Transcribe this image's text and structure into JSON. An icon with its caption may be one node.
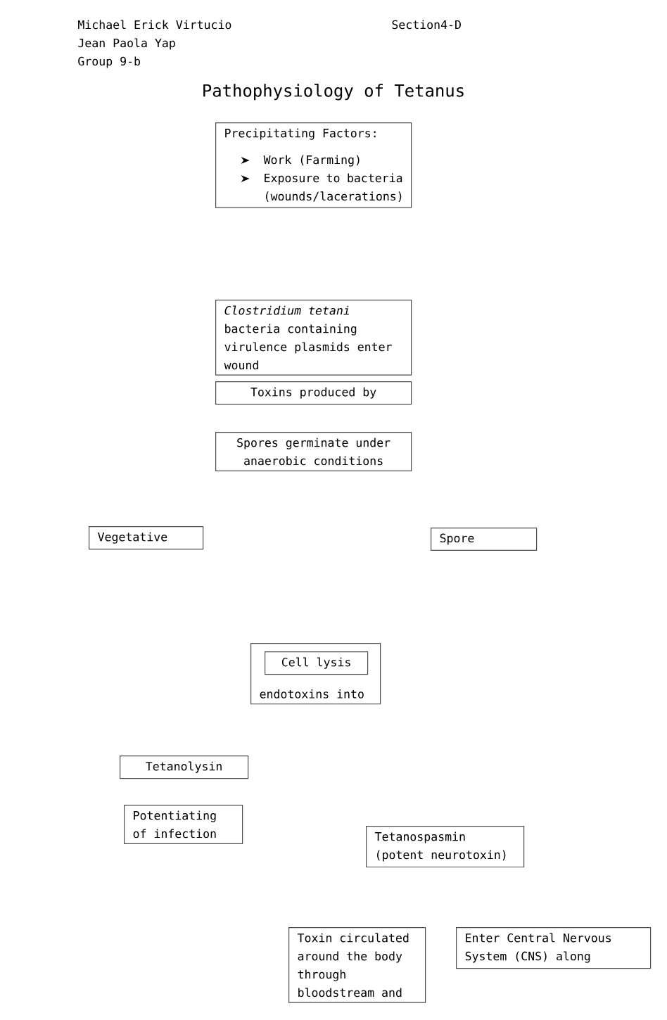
{
  "diagram": {
    "title": "Pathophysiology of Tetanus",
    "nodes": [
      {
        "text": [
          "Precipitating Factors:",
          "Work (Farming)",
          "Exposure to bacteria (wounds/lacerations)"
        ]
      },
      {
        "text": [
          "*Clostridium tetani* bacteria containing virulence plasmids enter wound"
        ]
      },
      {
        "text": [
          "Toxins produced by"
        ]
      },
      {
        "text": [
          "Spores germinate under anaerobic conditions"
        ]
      },
      {
        "text": [
          "Vegetative"
        ]
      },
      {
        "text": [
          "Spore"
        ]
      },
      {
        "text": [
          "endotoxins into"
        ]
      },
      {
        "text": [
          "Cell lysis"
        ],
        "in": 6
      },
      {
        "text": [
          "Tetanolysin"
        ]
      },
      {
        "text": [
          "Potentiating of infection"
        ]
      },
      {
        "text": [
          "Tetanospasmin (potent neurotoxin)"
        ]
      },
      {
        "text": [
          "Toxin circulated around the body through bloodstream and"
        ]
      },
      {
        "text": [
          "Enter Central Nervous System (CNS) along"
        ]
      }
    ],
    "labels": [
      "Michael Erick Virtucio",
      "Section4-D",
      "Jean Paola Yap",
      "Group 9-b"
    ]
  }
}
